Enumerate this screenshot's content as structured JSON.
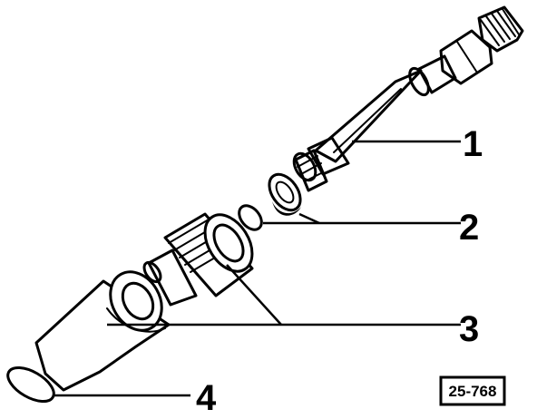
{
  "callouts": [
    {
      "id": "1",
      "label": "1"
    },
    {
      "id": "2",
      "label": "2"
    },
    {
      "id": "3",
      "label": "3"
    },
    {
      "id": "4",
      "label": "4"
    }
  ],
  "figure_id": "25-768"
}
